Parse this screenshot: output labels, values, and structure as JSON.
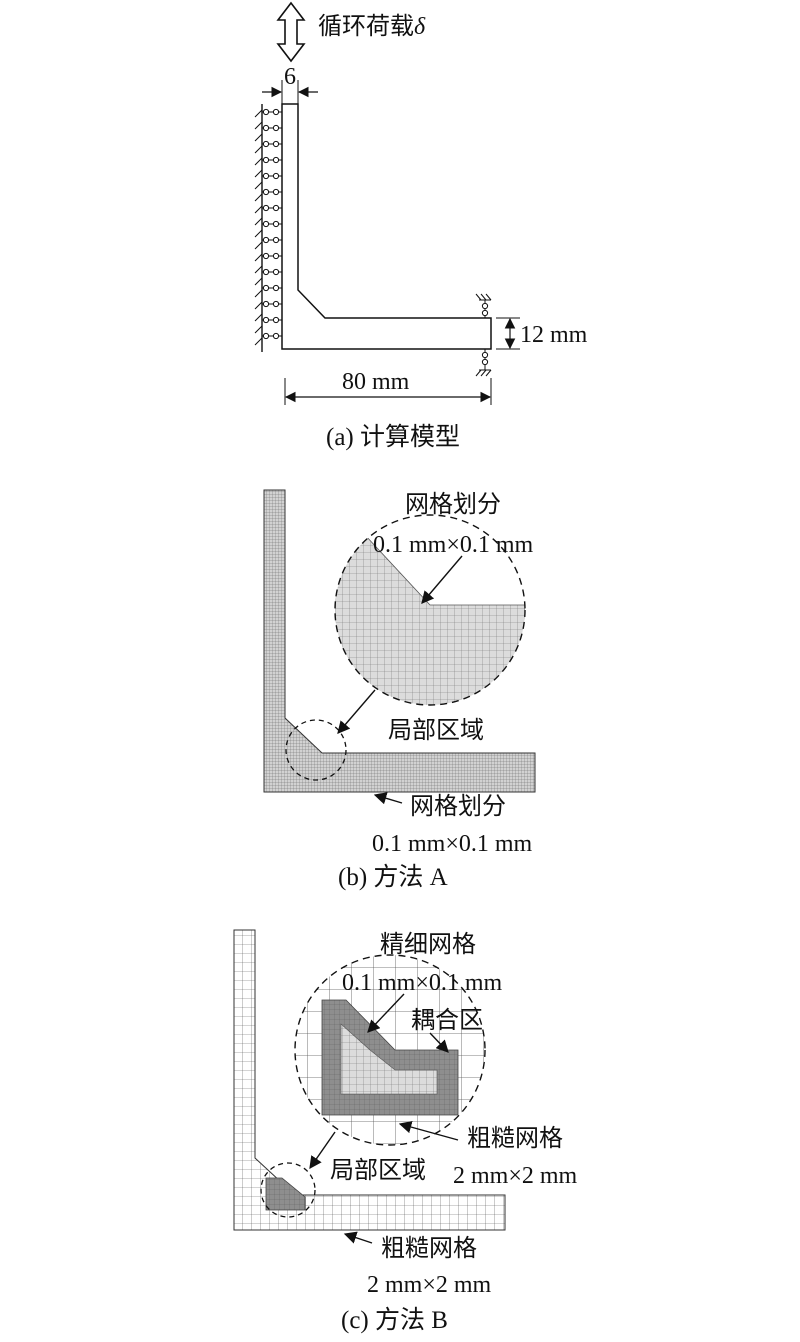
{
  "panel_a": {
    "load_label": "循环荷载",
    "delta_symbol": "δ",
    "thickness_label": "6",
    "height_label": "12 mm",
    "length_label": "80 mm",
    "caption": "(a) 计算模型"
  },
  "panel_b": {
    "mesh_title_top": "网格划分",
    "mesh_size_top": "0.1 mm×0.1 mm",
    "local_label": "局部区域",
    "mesh_title_bottom": "网格划分",
    "mesh_size_bottom": "0.1 mm×0.1 mm",
    "caption": "(b) 方法 A"
  },
  "panel_c": {
    "fine_title": "精细网格",
    "fine_size": "0.1 mm×0.1 mm",
    "coupling_label": "耦合区",
    "coarse_title_inner": "粗糙网格",
    "coarse_size_inner": "2 mm×2 mm",
    "local_label": "局部区域",
    "coarse_title_bottom": "粗糙网格",
    "coarse_size_bottom": "2 mm×2 mm",
    "caption": "(c) 方法 B"
  }
}
